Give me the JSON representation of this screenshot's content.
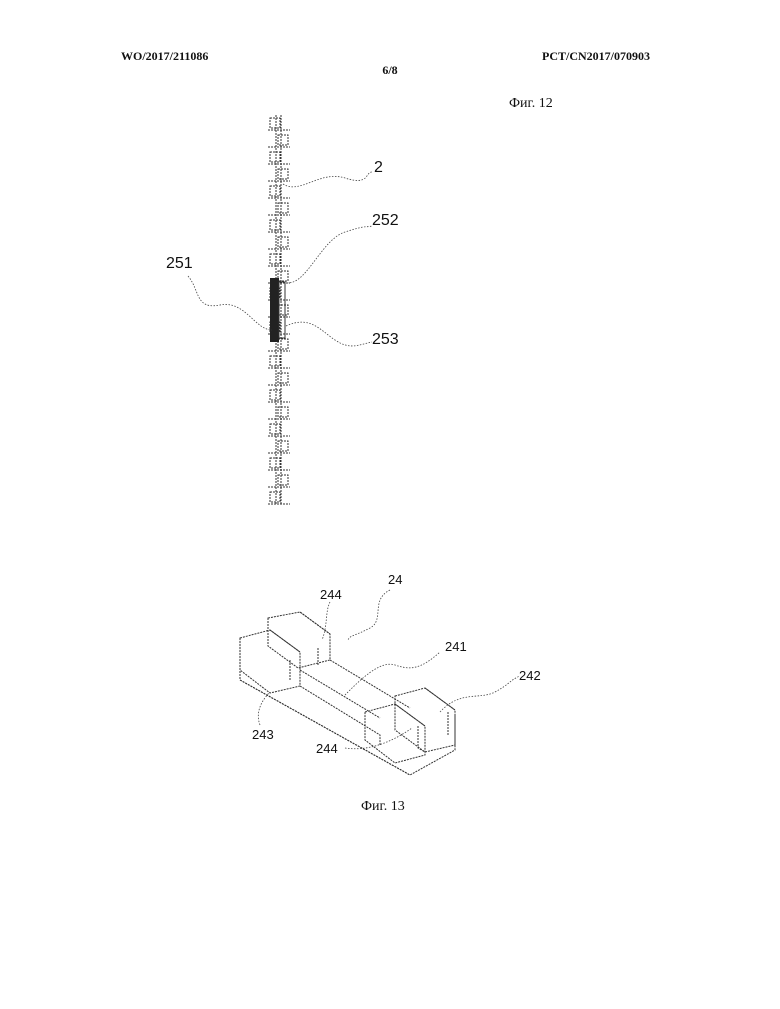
{
  "header": {
    "left": "WO/2017/211086",
    "right": "PCT/CN2017/070903",
    "page": "6/8"
  },
  "figure12": {
    "caption": "Фиг. 12",
    "labels": {
      "l2": "2",
      "l252": "252",
      "l251": "251",
      "l253": "253"
    }
  },
  "figure13": {
    "caption": "Фиг. 13",
    "labels": {
      "l24": "24",
      "l244a": "244",
      "l241": "241",
      "l242": "242",
      "l243": "243",
      "l244b": "244"
    }
  }
}
